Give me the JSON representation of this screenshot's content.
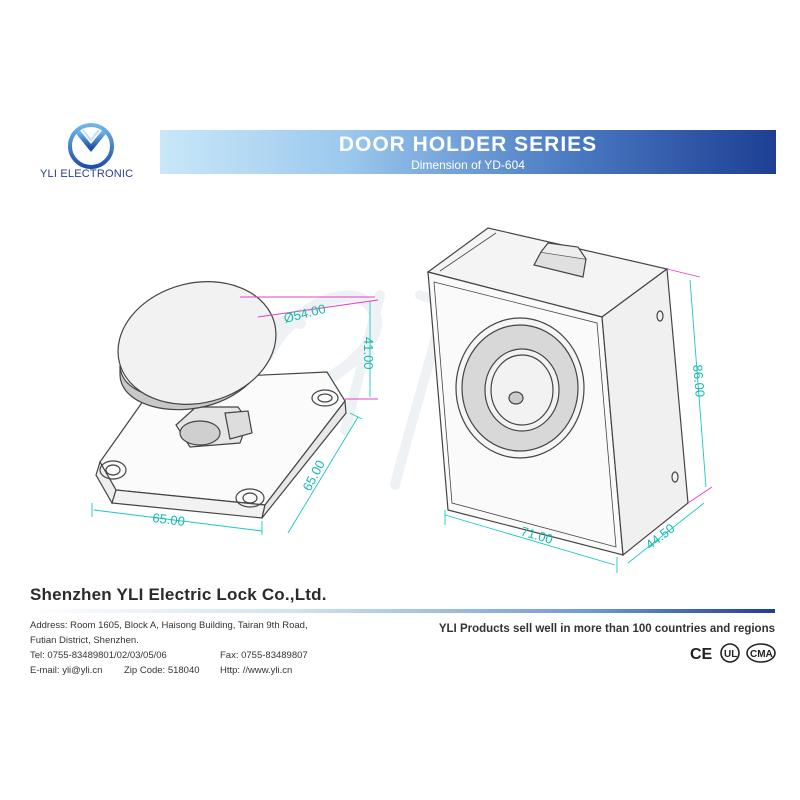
{
  "header": {
    "brand_name": "YLI ELECTRONIC",
    "title": "DOOR HOLDER SERIES",
    "subtitle": "Dimension of YD-604"
  },
  "drawing": {
    "watermark": "yli",
    "dimensions": {
      "armature_diameter": "Ø54.00",
      "armature_height": "41.00",
      "plate_depth": "65.00",
      "plate_width": "65.00",
      "body_height": "86.00",
      "body_width": "71.00",
      "body_depth": "44.50"
    }
  },
  "footer": {
    "company": "Shenzhen YLI Electric Lock Co.,Ltd.",
    "address_line1": "Address: Room 1605, Block A, Haisong Building, Tairan 9th Road,",
    "address_line2": "Futian District, Shenzhen.",
    "tel": "Tel: 0755-83489801/02/03/05/06",
    "fax": "Fax: 0755-83489807",
    "email": "E-mail: yli@yli.cn",
    "zip": "Zip Code: 518040",
    "http": "Http: //www.yli.cn",
    "slogan": "YLI Products sell well in more than 100 countries and regions",
    "certs": {
      "ce": "CE",
      "ul": "UL",
      "cma": "CMA"
    }
  },
  "colors": {
    "accent": "#1d3f94",
    "dimension": "#18c8c0",
    "dimension_magenta": "#e040c8"
  }
}
